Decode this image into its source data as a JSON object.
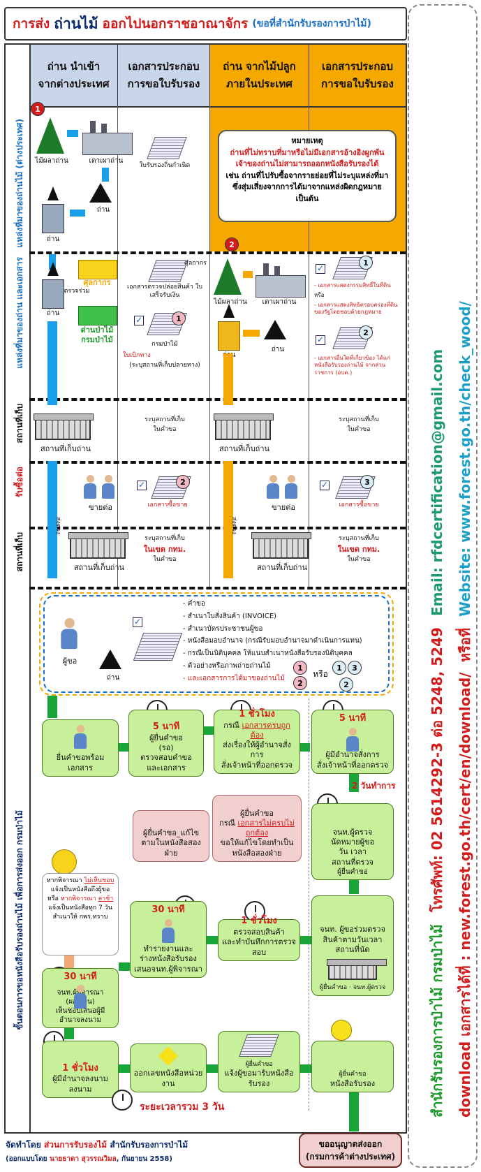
{
  "title": {
    "p1": "การส่ง",
    "p2": "ถ่านไม้",
    "p3": "ออกไปนอกราชอาณาจักร",
    "p4": "(ขอที่สำนักรับรองการป่าไม้)"
  },
  "columns": [
    {
      "l1": "ถ่าน นำเข้า",
      "l2": "จากต่างประเทศ"
    },
    {
      "l1": "เอกสารประกอบ",
      "l2": "การขอใบรับรอง"
    },
    {
      "l1": "ถ่าน จากไม้ปลูก",
      "l2": "ภายในประเทศ"
    },
    {
      "l1": "เอกสารประกอบ",
      "l2": "การขอใบรับรอง"
    }
  ],
  "lanes": {
    "l1": "แหล่งที่มาของถ่านไม้ (ต่างประเทศ)",
    "l2": "แหล่งที่มาของถ่าน และเอกสาร",
    "l3": "สถานที่เก็บ",
    "l4": "รับซื้อต่อ",
    "l5": "สถานที่เก็บ",
    "l6": "ขั้นตอนการขอหนังสือรับรองถ่านไม้ เพื่อการส่งออก กรมป่าไม้"
  },
  "sec1": {
    "num1": "1",
    "notree": "ไม้ผลาถ่าน",
    "kiln": "เตาเผาถ่าน",
    "charcoal": "ถ่าน",
    "truck": "ถ่าน",
    "origin_doc": "ใบรับรองถิ่นกำเนิด",
    "note_title": "หมายเหตุ",
    "note_red": "ถ่านที่ไม่ทราบที่มาหรือไม่มีเอกสารอ้างอิงผูกพัน เจ้าของถ่านไม่สามารถออกหนังสือรับรองได้",
    "note_black": "เช่น ถ่านที่ไปรับซื้อจากรายย่อยที่ไม่ระบุแหล่งที่มา ซึ่งสุ่มเสี่ยงจากการได้มาจากแหล่งผิดกฎหมาย เป็นต้น"
  },
  "sec2": {
    "customs": "ศุลกากร",
    "inspect": "ตรวจร่วม",
    "checkpoint": "ด่านป่าไม้",
    "dept": "กรมป่าไม้",
    "truck": "ถ่าน",
    "customs_doc_t": "ศุลกากร",
    "customs_doc": "เอกสารตรวจปล่อยสินค้า ใบเสร็จรับเงิน",
    "dept_doc": "กรมป่าไม้",
    "dept_doc_red": "ใบเบิกทาง",
    "dept_doc2": "(ระบุสถานที่เก็บปลายทาง)",
    "num1": "1",
    "num2": "2",
    "tree": "ไม้ผลาถ่าน",
    "kiln": "เตาเผาถ่าน",
    "charcoal": "ถ่าน",
    "truck2": "ถ่าน",
    "r1": "- เอกสารแสดงกรรมสิทธิ์ในที่ดิน",
    "r1b": "หรือ",
    "r2": "- เอกสารแสดงสิทธิครอบครองที่ดินของรัฐโดยชอบด้วยกฎหมาย",
    "r3": "- เอกสารอื่นใดที่เกี่ยวข้อง ได้แก่ หนังสือรับรองถ่านไม้ จากส่วนราชการ (อบต.)",
    "c2": "2",
    "c1": "1"
  },
  "sec3": {
    "wh1": "สถานที่เก็บถ่าน",
    "t1": "ระบุสถานที่เก็บ",
    "t1b": "ในคำขอ",
    "wh2": "สถานที่เก็บถ่าน",
    "t2": "ระบุสถานที่เก็บ",
    "t2b": "ในคำขอ"
  },
  "sec4": {
    "sell1": "ขายต่อ",
    "doc1": "เอกสารซื้อขาย",
    "n1": "2",
    "sell2": "ขายต่อ",
    "doc2": "เอกสารซื้อขาย",
    "n2": "3",
    "direct1": "ส่งตรง",
    "direct2": "ส่งตรง"
  },
  "sec5": {
    "wh1": "สถานที่เก็บถ่าน",
    "t1": "ระบุสถานที่เก็บ",
    "t1r": "ในเขต กทม.",
    "t1b": "ในคำขอ",
    "wh2": "สถานที่เก็บถ่าน",
    "t2": "ระบุสถานที่เก็บ",
    "t2r": "ในเขต กทม.",
    "t2b": "ในคำขอ"
  },
  "req": {
    "applicant": "ผู้ขอ",
    "charcoal": "ถ่าน",
    "items": [
      "- คำขอ",
      "- สำเนาใบสั่งสินค้า (INVOICE)",
      "- สำเนาบัตรประชาชนผู้ขอ",
      "- หนังสือมอบอำนาจ (กรณีรับมอบอำนาจมาดำเนินการแทน)",
      "- กรณีเป็นนิติบุคคล ให้แนบสำเนาหนังสือรับรองนิติบุคคล",
      "- ตัวอย่างหรือภาพถ่ายถ่านไม้"
    ],
    "last": "- และเอกสารการได้มาของถ่านไม้",
    "or": "หรือ",
    "n1": "1",
    "n2": "2",
    "n3": "1",
    "n4": "3",
    "n5": "2"
  },
  "proc": {
    "b1": "ยื่นคำขอพร้อมเอกสาร",
    "b2t": "5 นาที",
    "b2a": "ผู้ยื่นคำขอ",
    "b2b": "(รอ)",
    "b2c": "ตรวจสอบคำขอ",
    "b2d": "และเอกสาร",
    "b3t": "1 ชั่วโมง",
    "b3a": "กรณี",
    "b3r": "เอกสารครบถูกต้อง",
    "b3b": "ส่งเรื่องให้ผู้อำนาจสั่งการ",
    "b3c": "สั่งเจ้าหน้าที่ออกตรวจ",
    "b4t": "5 นาที",
    "b4a": "ผู้มีอำนาจสั่งการ",
    "b4b": "สั่งเจ้าหน้าที่ออกตรวจ",
    "p1a": "ผู้ยื่นคำขอ_แก้ไข",
    "p1b": "ตามในหนังสือสองฝ่าย",
    "p2a": "ผู้ยื่นคำขอ",
    "p2b": "กรณี",
    "p2r": "เอกสารไม่ครบไม่ถูกต้อง",
    "p2c": "ขอให้แก้ไขโดยทำเป็น",
    "p2d": "หนังสือสองฝ่าย",
    "days": "2 วันทำการ",
    "b5a": "ผู้ยื่นคำขอ",
    "b5b": "จนท.ผู้ตรวจ",
    "b5c": "นัดหมายผู้ขอ",
    "b5d": "วัน เวลา",
    "b5e": "สถานที่ตรวจ",
    "rej1": "หากพิจารณา",
    "rej1r": "ไม่เห็นชอบ",
    "rej2": "แจ้งเป็นหนังสือถึงผู้ขอ",
    "rej3": "หรือ",
    "rej3r": "หากพิจารณา",
    "rej3s": "ล่าช้า",
    "rej4": "แจ้งเป็นหนังสือทุก 7 วัน",
    "rej5": "สำเนาให้ กพร.ทราบ",
    "b6t": "30 นาที",
    "b6a": "ทำรายงานและ",
    "b6b": "ร่างหนังสือรับรอง",
    "b6c": "เสนอจนท.ผู้พิจารณา",
    "b7t": "1 ชั่วโมง",
    "b7a": "ตรวจสอบสินค้า",
    "b7b": "และทำบันทึกการตรวจสอบ",
    "b8a": "จนท. ผู้ขอร่วมตรวจ",
    "b8b": "สินค้าตามวันเวลา",
    "b8c": "สถานที่นัด",
    "b8d": "ผู้ยื่นคำขอ",
    "b8e": "จนท.ผู้ตรวจ",
    "b9t": "30 นาที",
    "b9a": "จนท.ผู้พิจารณา (ผอ.ส่วน)",
    "b9b": "เห็นชอบเสนอผู้มีอำนาจลงนาม",
    "b10t": "1 ชั่วโมง",
    "b10a": "ผู้มีอำนาจลงนาม",
    "b10b": "ลงนาม",
    "b11": "ออกเลขหนังสือหน่วยงาน",
    "b12a": "ผู้ยื่นคำขอ",
    "b12b": "แจ้งผู้ขอมารับหนังสือรับรอง",
    "b13a": "ผู้ยื่นคำขอ",
    "b13b": "หนังสือรับรอง",
    "total": "ระยะเวลารวม 3 วัน"
  },
  "permit": {
    "a": "ขออนุญาตส่งออก",
    "b": "(กรมการค้าต่างประเทศ)"
  },
  "footer": {
    "a": "จัดทำโดย",
    "ar": "ส่วนการรับรองไม้",
    "ab": "สำนักรับรองการป่าไม้",
    "b": "(ออกแบบโดย",
    "br": "นายธาดา สุวรรณวิมล",
    "bb": ", กันยายน 2558)"
  },
  "side": {
    "line1": "สำนักรับรองการป่าไม้ กรมป่าไม้",
    "line1b": "โทรศัพท์: 02 5614292-3 ต่อ 5248, 5249",
    "line1c": "Email: rfdcertification@gmail.com",
    "line2": "download เอกสารได้ที่ : new.forest.go.th/cert/en/download/",
    "line2b": "หรือที่",
    "line2c": "Website: www.forest.go.th/check_wood/"
  },
  "colors": {
    "accent_yellow": "#f5a800",
    "accent_blue": "#1aa0e8",
    "accent_green": "#19a53a",
    "head_blue": "#c9d6ea",
    "head_yellow": "#f5a800"
  }
}
